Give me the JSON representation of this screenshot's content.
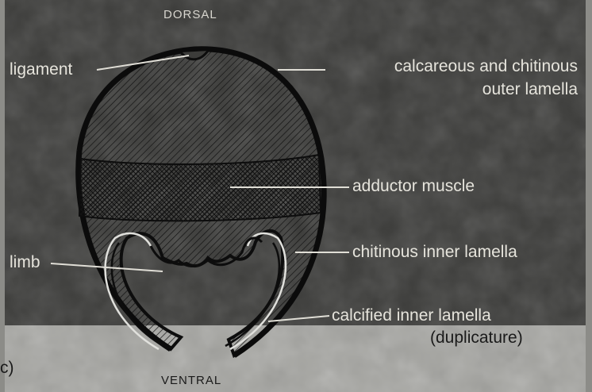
{
  "orientation": {
    "top": "DORSAL",
    "bottom": "VENTRAL"
  },
  "panel_label": "c)",
  "labels": {
    "ligament": "ligament",
    "outer_lamella_line1": "calcareous and chitinous",
    "outer_lamella_line2": "outer lamella",
    "adductor_muscle": "adductor muscle",
    "limb": "limb",
    "chitinous_inner_lamella": "chitinous inner lamella",
    "calcified_inner_lamella_line1": "calcified inner lamella",
    "calcified_inner_lamella_line2": "(duplicature)"
  },
  "colors": {
    "panel_background": "#3c3c3a",
    "photo_background": "#a4a4a0",
    "shell_outline": "#0d0d0d",
    "label_text": "#e6e4dc"
  }
}
